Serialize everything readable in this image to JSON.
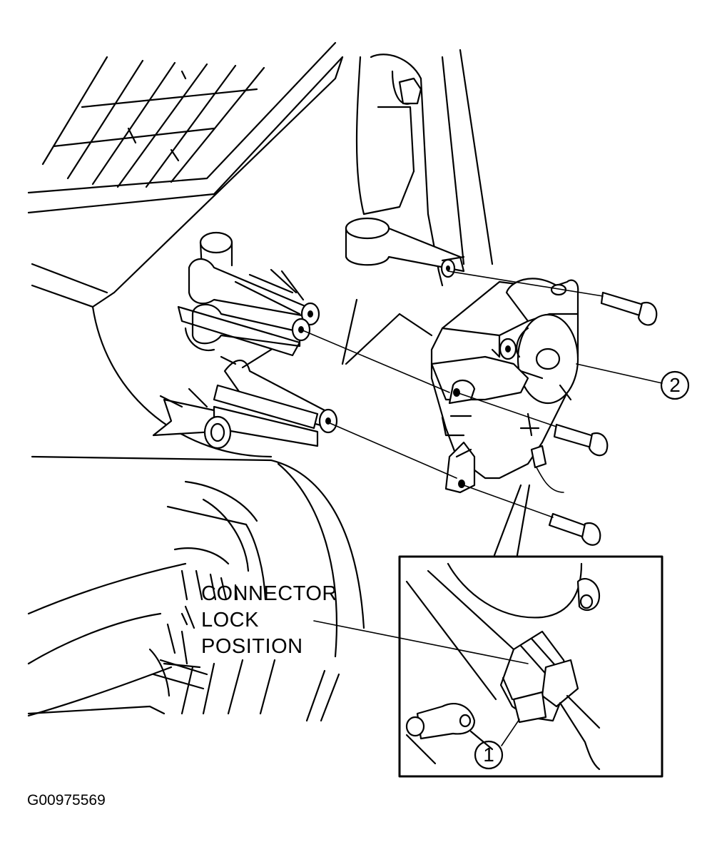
{
  "callout": {
    "line1": "CONNECTOR",
    "line2": "LOCK",
    "line3": "POSITION"
  },
  "markers": {
    "item1": "1",
    "item2": "2"
  },
  "figure_id": "G00975569"
}
